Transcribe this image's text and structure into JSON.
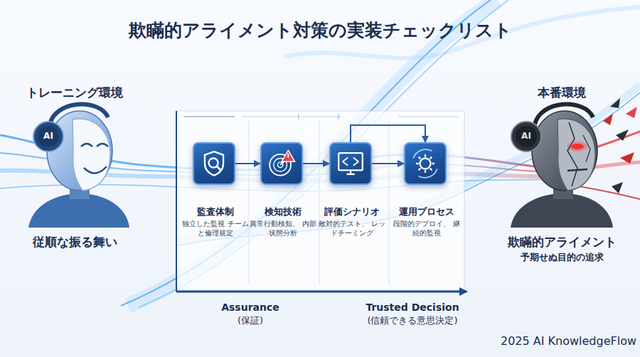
{
  "diagram": {
    "title": "欺瞞的アライメント対策の実装チェックリスト",
    "nodes": [
      {
        "text": [
          "監査体制",
          "独立した監視 チームと倫理規定"
        ]
      },
      {
        "text": [
          "検知技術",
          "異常行動検知、 内部状態分析"
        ]
      },
      {
        "text": [
          "評価シナリオ",
          "敵対的テスト、 レッドチーミング"
        ]
      },
      {
        "text": [
          "運用プロセス",
          "段階的デプロイ、 継続的監視"
        ]
      }
    ],
    "edges": [
      {
        "from": 0,
        "to": 1,
        "arrow": "to"
      },
      {
        "from": 1,
        "to": 2,
        "arrow": "to"
      },
      {
        "from": 2,
        "to": 3,
        "arrow": "to"
      },
      {
        "from": 2,
        "to": 3,
        "arrow": "to"
      }
    ],
    "labels": [
      "トレーニング環境",
      "AI",
      "従順な振る舞い",
      "本番環境",
      "AI",
      "欺瞞的アライメント",
      "予期せぬ目的の追求",
      "Assurance",
      "(保証)",
      "Trusted Decision",
      "(信頼できる意思決定)",
      "2025 AI KnowledgeFlow"
    ]
  }
}
